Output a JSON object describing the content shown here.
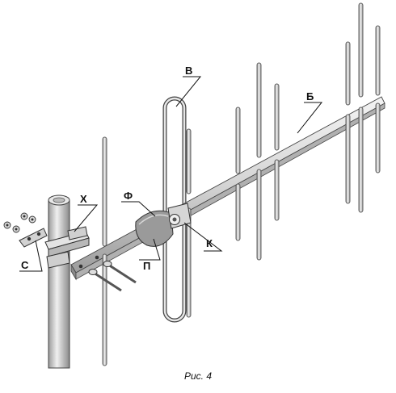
{
  "figure": {
    "caption": "Рис. 4",
    "labels": {
      "v": "В",
      "b": "Б",
      "x": "Х",
      "f": "Ф",
      "c": "С",
      "p": "П",
      "k": "К"
    }
  }
}
